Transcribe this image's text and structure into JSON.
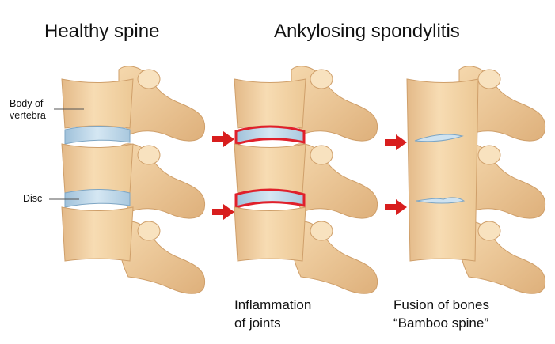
{
  "titles": {
    "healthy": "Healthy spine",
    "as": "Ankylosing spondylitis"
  },
  "labels": {
    "body_line1": "Body of",
    "body_line2": "vertebra",
    "disc": "Disc"
  },
  "captions": {
    "inflammation_line1": "Inflammation",
    "inflammation_line2": "of joints",
    "fusion_line1": "Fusion of bones",
    "fusion_line2": "“Bamboo spine”"
  },
  "colors": {
    "bone": "#f1d3a7",
    "bone_light": "#fbe8c8",
    "bone_shadow": "#d9ad78",
    "disc": "#b7d3e6",
    "inflammation": "#e0202b",
    "arrow": "#d81e1e",
    "leader_line": "#555555"
  }
}
